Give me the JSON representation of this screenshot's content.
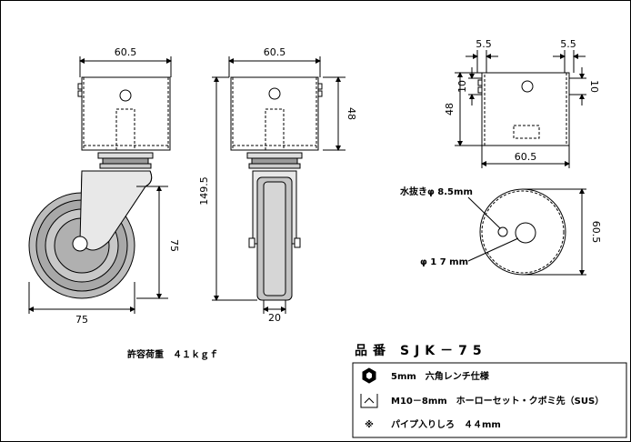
{
  "dimensions": {
    "front_top_width": "60.5",
    "side_top_width": "60.5",
    "total_height": "149.5",
    "bracket_height": "48",
    "wheel_height": "75",
    "wheel_width": "75",
    "wheel_thickness": "20",
    "plan_offset_left": "5.5",
    "plan_offset_right": "5.5",
    "plan_offset_v_left": "10",
    "plan_offset_v_right": "10",
    "plan_height": "48",
    "plan_width": "60.5",
    "circle_diameter": "60.5"
  },
  "annotations": {
    "drain_hole": "水抜きφ 8.5mm",
    "pipe_diameter": "φ 1 7 mm"
  },
  "load_capacity": "許容荷重　４１ｋｇｆ",
  "part_number": {
    "label": "品番",
    "value": "SJK－75"
  },
  "legend": [
    {
      "icon": "hex-wrench-icon",
      "text": "5mm　六角レンチ仕様"
    },
    {
      "icon": "set-screw-icon",
      "text": "M10－8mm　ホーローセット・クボミ先（SUS）"
    },
    {
      "icon": "note-mark-icon",
      "symbol": "※",
      "text": "パイプ入りしろ　４４mm"
    }
  ]
}
